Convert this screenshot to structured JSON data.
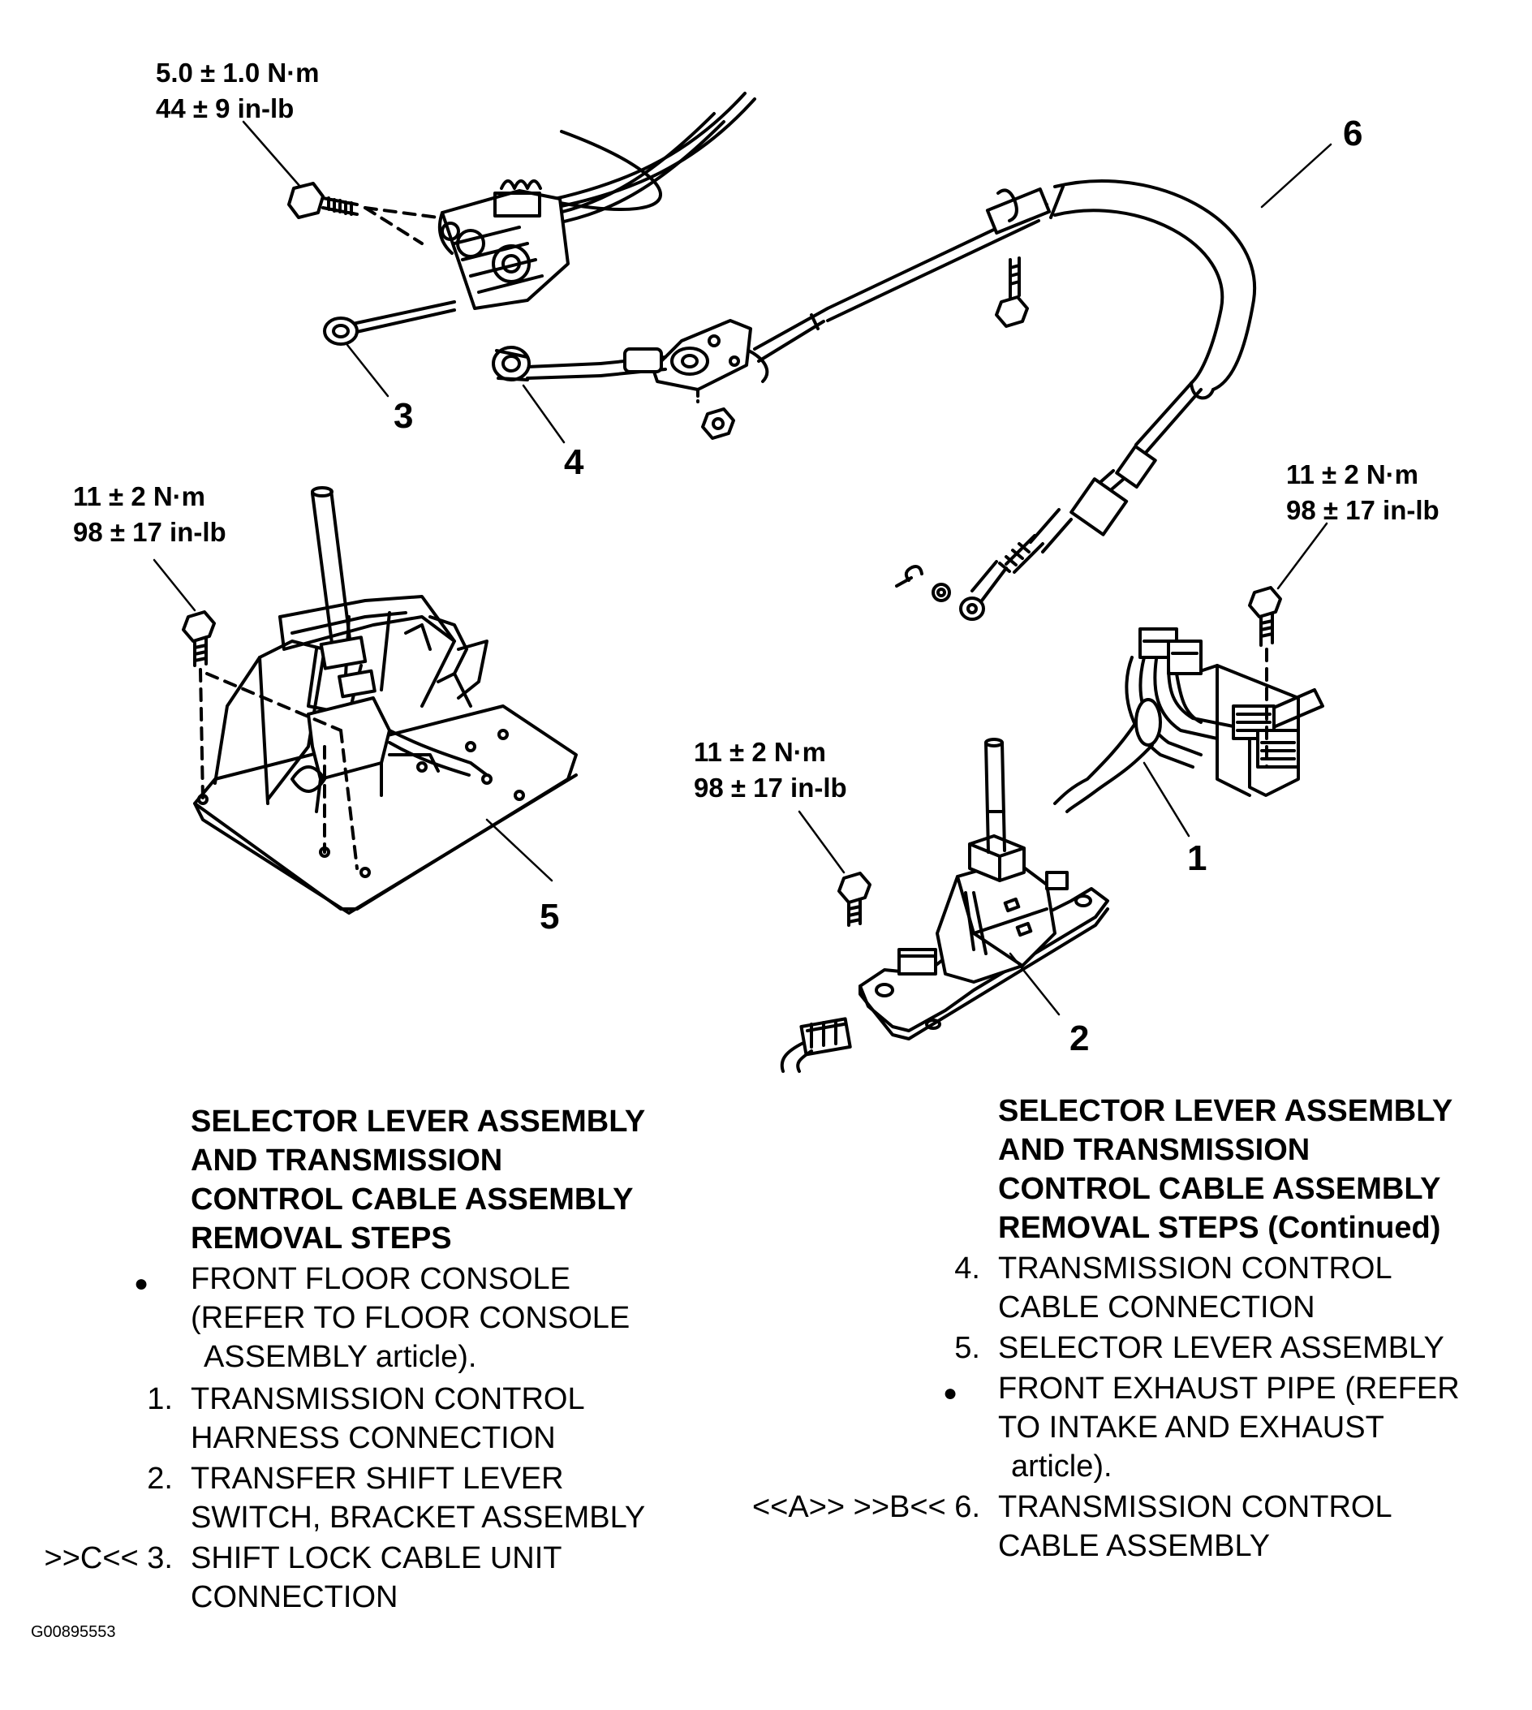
{
  "diagram": {
    "torque_labels": [
      {
        "id": "t3",
        "lines": [
          "5.0 ± 1.0 N·m",
          "44 ± 9 in-lb"
        ]
      },
      {
        "id": "t5",
        "lines": [
          "11 ± 2 N·m",
          "98 ± 17 in-lb"
        ]
      },
      {
        "id": "t2",
        "lines": [
          "11 ± 2 N·m",
          "98 ± 17 in-lb"
        ]
      },
      {
        "id": "t1",
        "lines": [
          "11 ± 2 N·m",
          "98 ± 17 in-lb"
        ]
      }
    ],
    "callouts": [
      "1",
      "2",
      "3",
      "4",
      "5",
      "6"
    ],
    "figure_code": "G00895553"
  },
  "left_column": {
    "heading": [
      "SELECTOR LEVER ASSEMBLY",
      "AND TRANSMISSION",
      "CONTROL CABLE ASSEMBLY",
      "REMOVAL STEPS"
    ],
    "steps": [
      {
        "marker": "",
        "bullet": true,
        "lines": [
          "FRONT FLOOR CONSOLE",
          "(REFER TO FLOOR CONSOLE",
          "ASSEMBLY article)."
        ]
      },
      {
        "marker": "1.",
        "lines": [
          "TRANSMISSION CONTROL",
          "HARNESS CONNECTION"
        ]
      },
      {
        "marker": "2.",
        "lines": [
          "TRANSFER SHIFT LEVER",
          "SWITCH, BRACKET ASSEMBLY"
        ]
      },
      {
        "marker": ">>C<< 3.",
        "lines": [
          "SHIFT LOCK CABLE UNIT",
          "CONNECTION"
        ]
      }
    ]
  },
  "right_column": {
    "heading": [
      "SELECTOR LEVER ASSEMBLY",
      "AND TRANSMISSION",
      "CONTROL CABLE ASSEMBLY",
      "REMOVAL STEPS (Continued)"
    ],
    "steps": [
      {
        "marker": "4.",
        "lines": [
          "TRANSMISSION CONTROL",
          "CABLE CONNECTION"
        ]
      },
      {
        "marker": "5.",
        "lines": [
          "SELECTOR LEVER ASSEMBLY"
        ]
      },
      {
        "marker": "",
        "bullet": true,
        "lines": [
          "FRONT EXHAUST PIPE (REFER",
          "TO INTAKE AND EXHAUST",
          "article)."
        ]
      },
      {
        "marker": "<<A>>  >>B<< 6.",
        "lines": [
          "TRANSMISSION CONTROL",
          "CABLE ASSEMBLY"
        ]
      }
    ]
  }
}
